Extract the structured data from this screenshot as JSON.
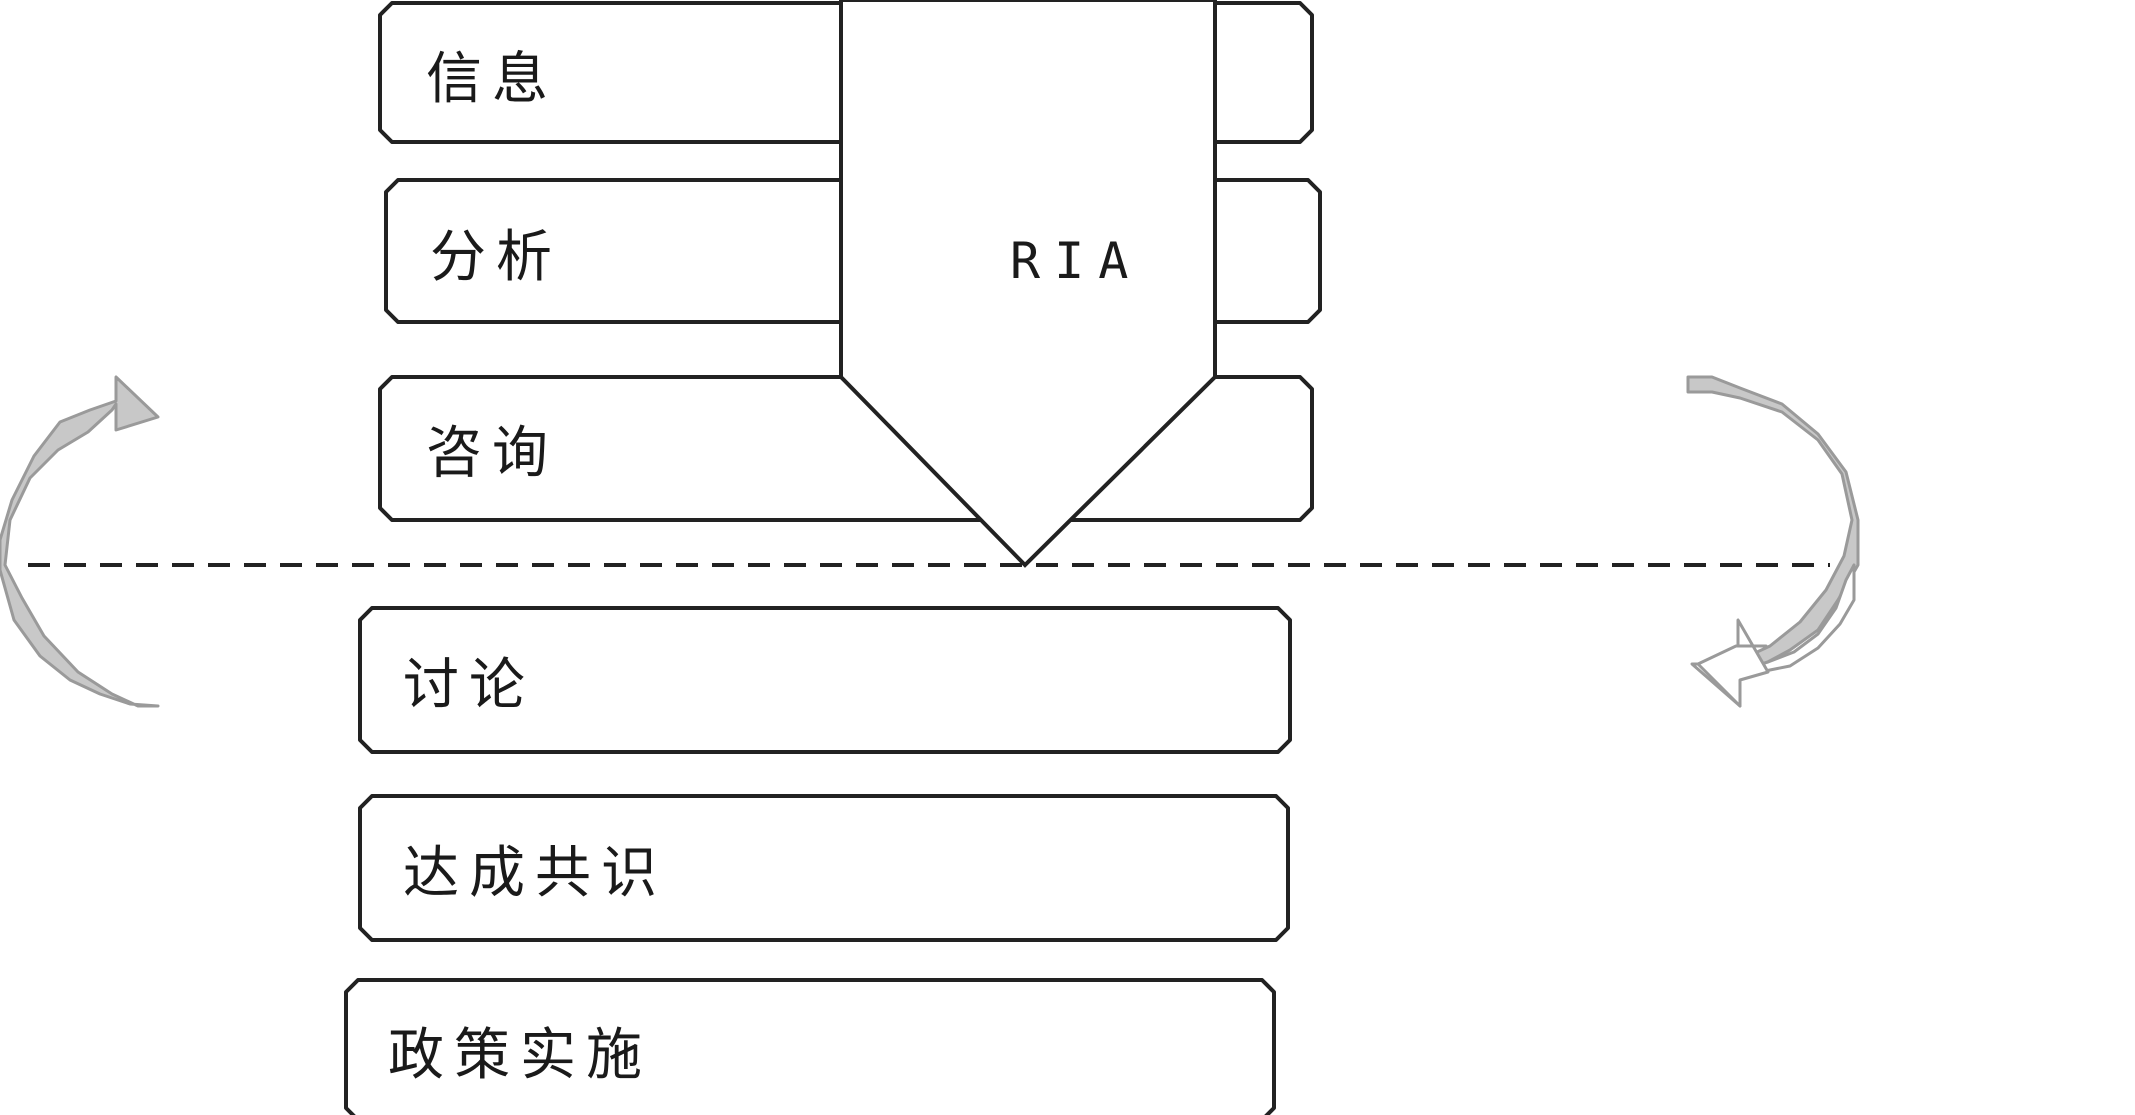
{
  "diagram": {
    "stages": [
      {
        "label": "信息"
      },
      {
        "label": "分析"
      },
      {
        "label": "咨询"
      },
      {
        "label": "讨论"
      },
      {
        "label": "达成共识"
      },
      {
        "label": "政策实施"
      }
    ],
    "ria_label": "RIA",
    "colors": {
      "stroke": "#222222",
      "arrow_fill": "#c8c8c8",
      "arrow_stroke": "#9a9a9a",
      "background": "#ffffff"
    },
    "icons": {
      "left_arrow": "curved-arrow-up-right-icon",
      "right_arrow": "curved-arrow-down-left-icon"
    }
  }
}
